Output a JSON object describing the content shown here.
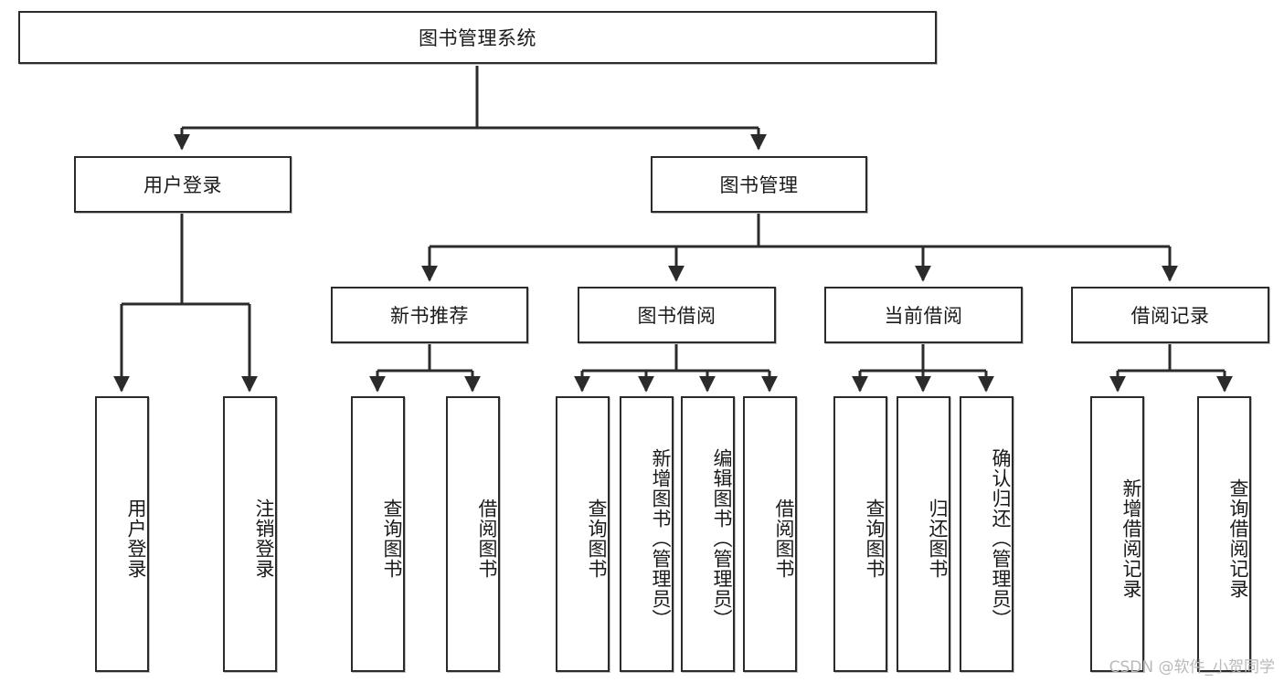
{
  "diagram": {
    "title": "图书管理系统",
    "type": "tree-hierarchy-diagram",
    "watermark": "CSDN @软件_小贺同学",
    "colors": {
      "box_border": "#2b2b2b",
      "box_fill": "#ffffff",
      "edge": "#2b2b2b",
      "text": "#1a1a1a",
      "watermark": "#b9b9b9"
    }
  },
  "nodes": {
    "root": {
      "label": "图书管理系统"
    },
    "level1": [
      {
        "id": "user-login",
        "label": "用户登录"
      },
      {
        "id": "book-management",
        "label": "图书管理"
      }
    ],
    "level2": [
      {
        "id": "new-book-recommend",
        "label": "新书推荐"
      },
      {
        "id": "book-borrow",
        "label": "图书借阅"
      },
      {
        "id": "current-borrow",
        "label": "当前借阅"
      },
      {
        "id": "borrow-record",
        "label": "借阅记录"
      }
    ],
    "leaves": {
      "user_login": [
        {
          "id": "leaf-user-login",
          "label": "用户登录"
        },
        {
          "id": "leaf-logout-login",
          "label": "注销登录"
        }
      ],
      "new_book_recommend": [
        {
          "id": "leaf-query-book-1",
          "label": "查询图书"
        },
        {
          "id": "leaf-borrow-book-1",
          "label": "借阅图书"
        }
      ],
      "book_borrow": [
        {
          "id": "leaf-query-book-2",
          "label": "查询图书"
        },
        {
          "id": "leaf-add-book",
          "label": "新增图书（管理员）"
        },
        {
          "id": "leaf-edit-book",
          "label": "编辑图书（管理员）"
        },
        {
          "id": "leaf-borrow-book-2",
          "label": "借阅图书"
        }
      ],
      "current_borrow": [
        {
          "id": "leaf-query-book-3",
          "label": "查询图书"
        },
        {
          "id": "leaf-return-book",
          "label": "归还图书"
        },
        {
          "id": "leaf-confirm-return",
          "label": "确认归还（管理员）"
        }
      ],
      "borrow_record": [
        {
          "id": "leaf-add-record",
          "label": "新增借阅记录"
        },
        {
          "id": "leaf-query-record",
          "label": "查询借阅记录"
        }
      ]
    }
  }
}
